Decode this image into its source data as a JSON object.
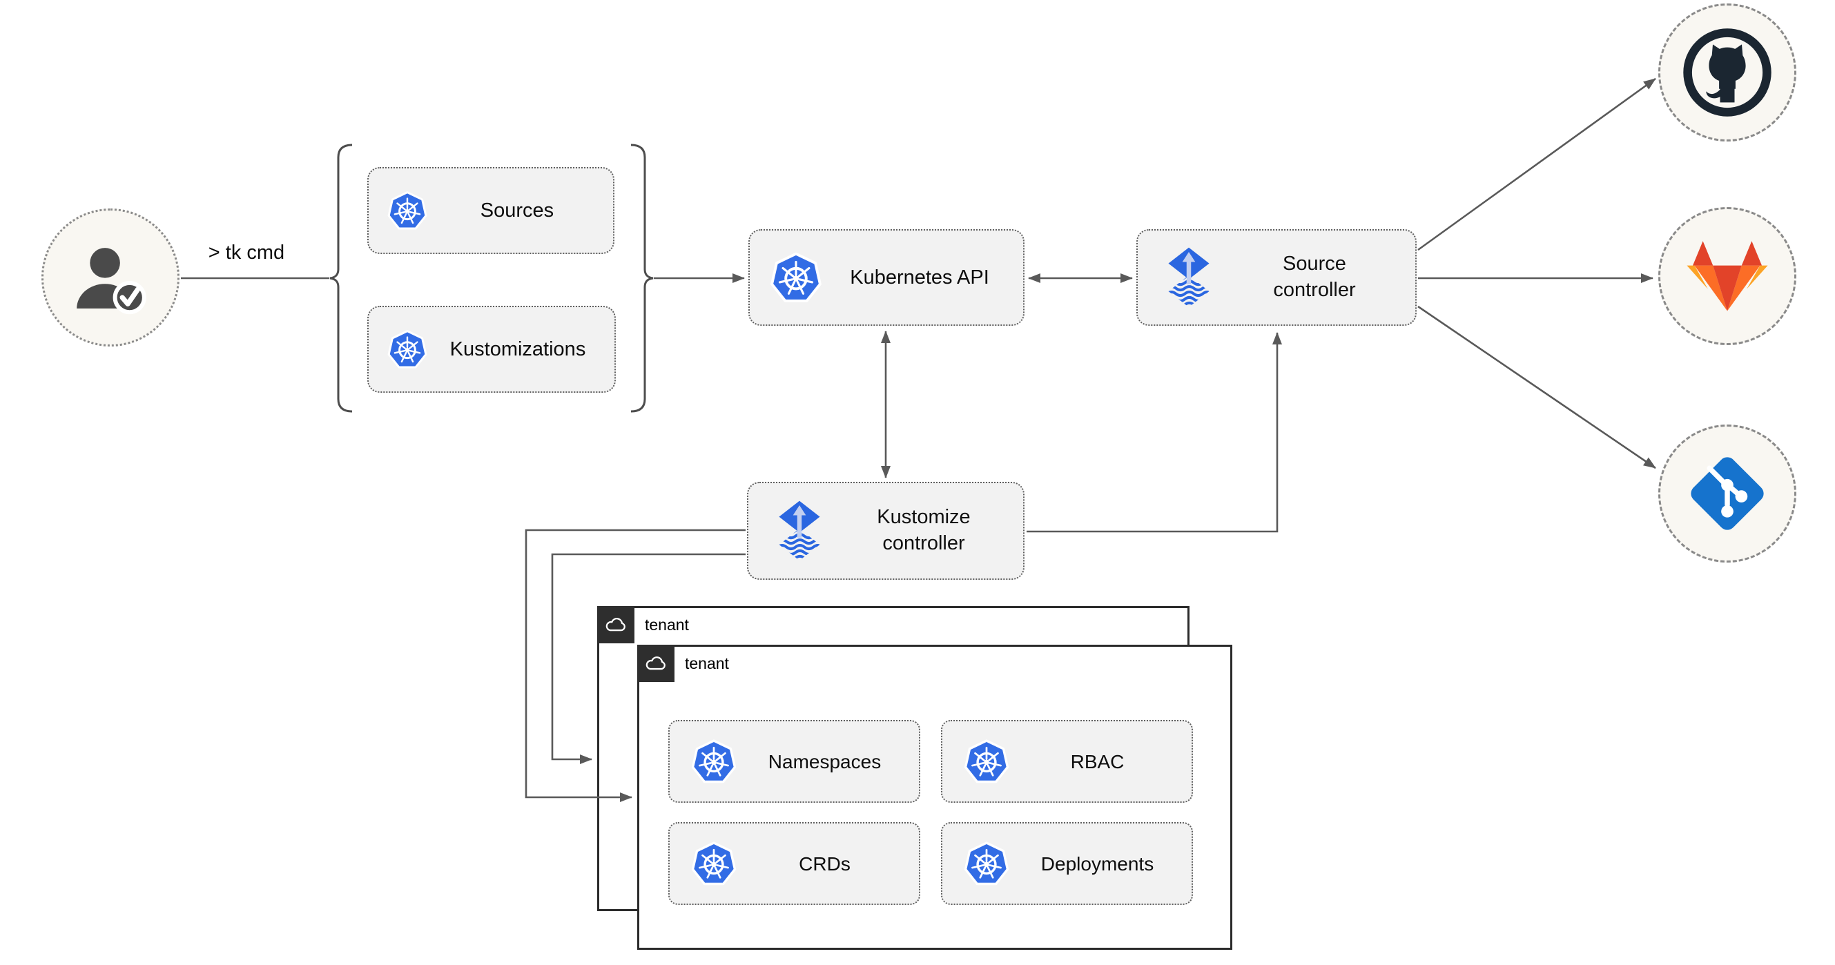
{
  "nodes": {
    "user": {
      "icon": "user-check-icon"
    },
    "sources": {
      "label": "Sources",
      "icon": "kubernetes-icon"
    },
    "kustomizations": {
      "label": "Kustomizations",
      "icon": "kubernetes-icon"
    },
    "kubernetes_api": {
      "label": "Kubernetes API",
      "icon": "kubernetes-icon"
    },
    "source_controller": {
      "label": "Source controller",
      "icon": "flux-icon"
    },
    "kustomize_controller": {
      "label": "Kustomize controller",
      "icon": "flux-icon"
    },
    "github": {
      "icon": "github-icon"
    },
    "gitlab": {
      "icon": "gitlab-icon"
    },
    "git": {
      "icon": "git-icon"
    },
    "tenants": [
      {
        "label": "tenant",
        "icon": "cloud-icon"
      },
      {
        "label": "tenant",
        "icon": "cloud-icon",
        "resources": [
          {
            "label": "Namespaces",
            "icon": "kubernetes-icon"
          },
          {
            "label": "RBAC",
            "icon": "kubernetes-icon"
          },
          {
            "label": "CRDs",
            "icon": "kubernetes-icon"
          },
          {
            "label": "Deployments",
            "icon": "kubernetes-icon"
          }
        ]
      }
    ]
  },
  "edges": [
    {
      "from": "user",
      "to": "crd-bracket-group",
      "label": "> tk cmd",
      "arrow": "none"
    },
    {
      "from": "crd-bracket-group",
      "to": "kubernetes_api",
      "arrow": "end"
    },
    {
      "from": "kubernetes_api",
      "to": "source_controller",
      "arrow": "both"
    },
    {
      "from": "kubernetes_api",
      "to": "kustomize_controller",
      "arrow": "both"
    },
    {
      "from": "kustomize_controller",
      "to": "source_controller",
      "arrow": "end"
    },
    {
      "from": "source_controller",
      "to": "github",
      "arrow": "end"
    },
    {
      "from": "source_controller",
      "to": "gitlab",
      "arrow": "end"
    },
    {
      "from": "source_controller",
      "to": "git",
      "arrow": "end"
    },
    {
      "from": "kustomize_controller",
      "to": "tenant-front",
      "arrow": "end"
    },
    {
      "from": "kustomize_controller",
      "to": "tenant-back",
      "arrow": "end"
    }
  ],
  "colors": {
    "kubernetes_blue": "#326ce5",
    "flux_blue": "#2a66e0",
    "flux_arrow_light": "#c2cff0",
    "github_dark": "#1b2631",
    "gitlab_red": "#e24329",
    "gitlab_orange": "#fc6d26",
    "gitlab_light_orange": "#fca326",
    "git_blue": "#1673cd",
    "arrow_gray": "#595959",
    "node_fill": "#f2f2f2",
    "node_border": "#5f5f5f",
    "tenant_border": "#2b2b2b",
    "tenant_header": "#2e2e2e",
    "circle_fill": "#f9f7f2",
    "user_gray": "#4a4a4a",
    "text": "#0d0d0d"
  }
}
